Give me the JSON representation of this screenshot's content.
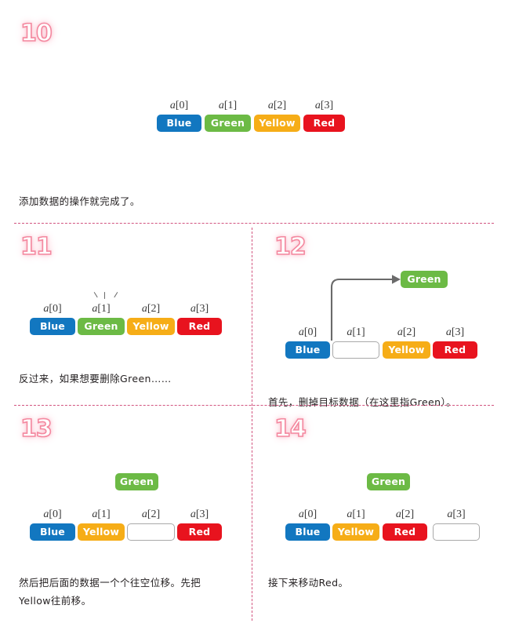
{
  "figure": {
    "title_numbers": [
      "10",
      "11",
      "12",
      "13",
      "14"
    ],
    "index_labels": [
      "a[0]",
      "a[1]",
      "a[2]",
      "a[3]"
    ],
    "colors": {
      "blue": "#1277c0",
      "green": "#6cba45",
      "yellow": "#f6ad17",
      "red": "#e8131e",
      "empty_border": "#a9a9a9",
      "separator": "#d2547f",
      "step_number": "#f4889f",
      "text": "#231f20"
    }
  },
  "panels": [
    {
      "number": "10",
      "cells": [
        {
          "index": "a[0]",
          "label": "Blue",
          "state": "blue"
        },
        {
          "index": "a[1]",
          "label": "Green",
          "state": "green"
        },
        {
          "index": "a[2]",
          "label": "Yellow",
          "state": "yellow"
        },
        {
          "index": "a[3]",
          "label": "Red",
          "state": "red"
        }
      ],
      "floating_chip": null,
      "caption": "添加数据的操作就完成了。"
    },
    {
      "number": "11",
      "cells": [
        {
          "index": "a[0]",
          "label": "Blue",
          "state": "blue"
        },
        {
          "index": "a[1]",
          "label": "Green",
          "state": "green"
        },
        {
          "index": "a[2]",
          "label": "Yellow",
          "state": "yellow"
        },
        {
          "index": "a[3]",
          "label": "Red",
          "state": "red"
        }
      ],
      "emphasis_on": "a[1]",
      "floating_chip": null,
      "caption": "反过来，如果想要删除Green……"
    },
    {
      "number": "12",
      "cells": [
        {
          "index": "a[0]",
          "label": "Blue",
          "state": "blue"
        },
        {
          "index": "a[1]",
          "label": "",
          "state": "empty"
        },
        {
          "index": "a[2]",
          "label": "Yellow",
          "state": "yellow"
        },
        {
          "index": "a[3]",
          "label": "Red",
          "state": "red"
        }
      ],
      "floating_chip": {
        "label": "Green",
        "state": "green"
      },
      "arrow": {
        "from": "a[1]",
        "to": "floating-green-chip"
      },
      "caption": "首先，删掉目标数据（在这里指Green）。"
    },
    {
      "number": "13",
      "cells": [
        {
          "index": "a[0]",
          "label": "Blue",
          "state": "blue"
        },
        {
          "index": "a[1]",
          "label": "Yellow",
          "state": "yellow"
        },
        {
          "index": "a[2]",
          "label": "",
          "state": "empty"
        },
        {
          "index": "a[3]",
          "label": "Red",
          "state": "red"
        }
      ],
      "floating_chip": {
        "label": "Green",
        "state": "green"
      },
      "caption": "然后把后面的数据一个个往空位移。先把\nYellow往前移。"
    },
    {
      "number": "14",
      "cells": [
        {
          "index": "a[0]",
          "label": "Blue",
          "state": "blue"
        },
        {
          "index": "a[1]",
          "label": "Yellow",
          "state": "yellow"
        },
        {
          "index": "a[2]",
          "label": "Red",
          "state": "red"
        },
        {
          "index": "a[3]",
          "label": "",
          "state": "empty"
        }
      ],
      "floating_chip": {
        "label": "Green",
        "state": "green"
      },
      "caption": "接下来移动Red。"
    }
  ]
}
